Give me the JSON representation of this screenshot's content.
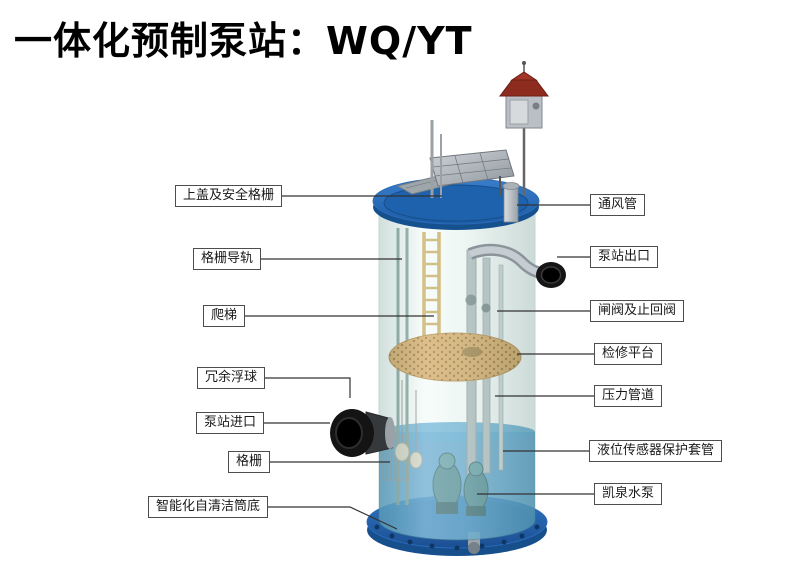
{
  "title": "一体化预制泵站：WQ/YT",
  "diagram": {
    "left_labels": [
      {
        "id": "top-cover-safety-grille",
        "label": "上盖及安全格栅"
      },
      {
        "id": "grille-guide-rail",
        "label": "格栅导轨"
      },
      {
        "id": "ladder",
        "label": "爬梯"
      },
      {
        "id": "redundant-float",
        "label": "冗余浮球"
      },
      {
        "id": "station-inlet",
        "label": "泵站进口"
      },
      {
        "id": "grille",
        "label": "格栅"
      },
      {
        "id": "self-cleaning-bottom",
        "label": "智能化自清洁筒底"
      }
    ],
    "right_labels": [
      {
        "id": "vent-pipe",
        "label": "通风管"
      },
      {
        "id": "station-outlet",
        "label": "泵站出口"
      },
      {
        "id": "gate-and-check-valve",
        "label": "闸阀及止回阀"
      },
      {
        "id": "service-platform",
        "label": "检修平台"
      },
      {
        "id": "pressure-pipe",
        "label": "压力管道"
      },
      {
        "id": "level-sensor-sleeve",
        "label": "液位传感器保护套管"
      },
      {
        "id": "kaiquan-pump",
        "label": "凯泉水泵"
      }
    ]
  },
  "colors": {
    "lid_blue": "#2a6cb5",
    "base_blue": "#2a6ab8",
    "tank_teal": "#bcd9d2",
    "platform_orange": "#d99f52",
    "roof_red": "#8e2b1f",
    "water_blue": "#3a8cc4",
    "line_black": "#333333"
  }
}
